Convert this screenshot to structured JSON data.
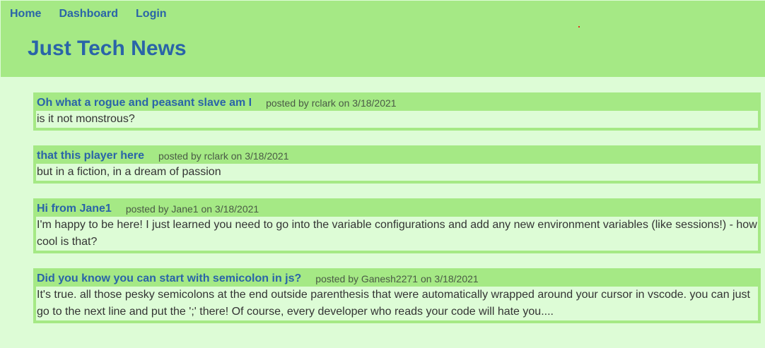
{
  "nav": {
    "items": [
      {
        "label": "Home"
      },
      {
        "label": "Dashboard"
      },
      {
        "label": "Login"
      }
    ]
  },
  "site": {
    "title": "Just Tech News"
  },
  "posts": [
    {
      "title": "Oh what a rogue and peasant slave am I",
      "meta": "posted by rclark on 3/18/2021",
      "body": "is it not monstrous?"
    },
    {
      "title": "that this player here",
      "meta": "posted by rclark on 3/18/2021",
      "body": "but in a fiction, in a dream of passion"
    },
    {
      "title": "Hi from Jane1",
      "meta": "posted by Jane1 on 3/18/2021",
      "body": "I'm happy to be here! I just learned you need to go into the variable configurations and add any new environment variables (like sessions!) - how cool is that?"
    },
    {
      "title": "Did you know you can start with semicolon in js?",
      "meta": "posted by Ganesh2271 on 3/18/2021",
      "body": "It's true. all those pesky semicolons at the end outside parenthesis that were automatically wrapped around your cursor in vscode. you can just go to the next line and put the ';' there! Of course, every developer who reads your code will hate you...."
    }
  ],
  "colors": {
    "header_bg": "#a5e985",
    "page_bg": "#ddfcd6",
    "link": "#2a64a8"
  }
}
